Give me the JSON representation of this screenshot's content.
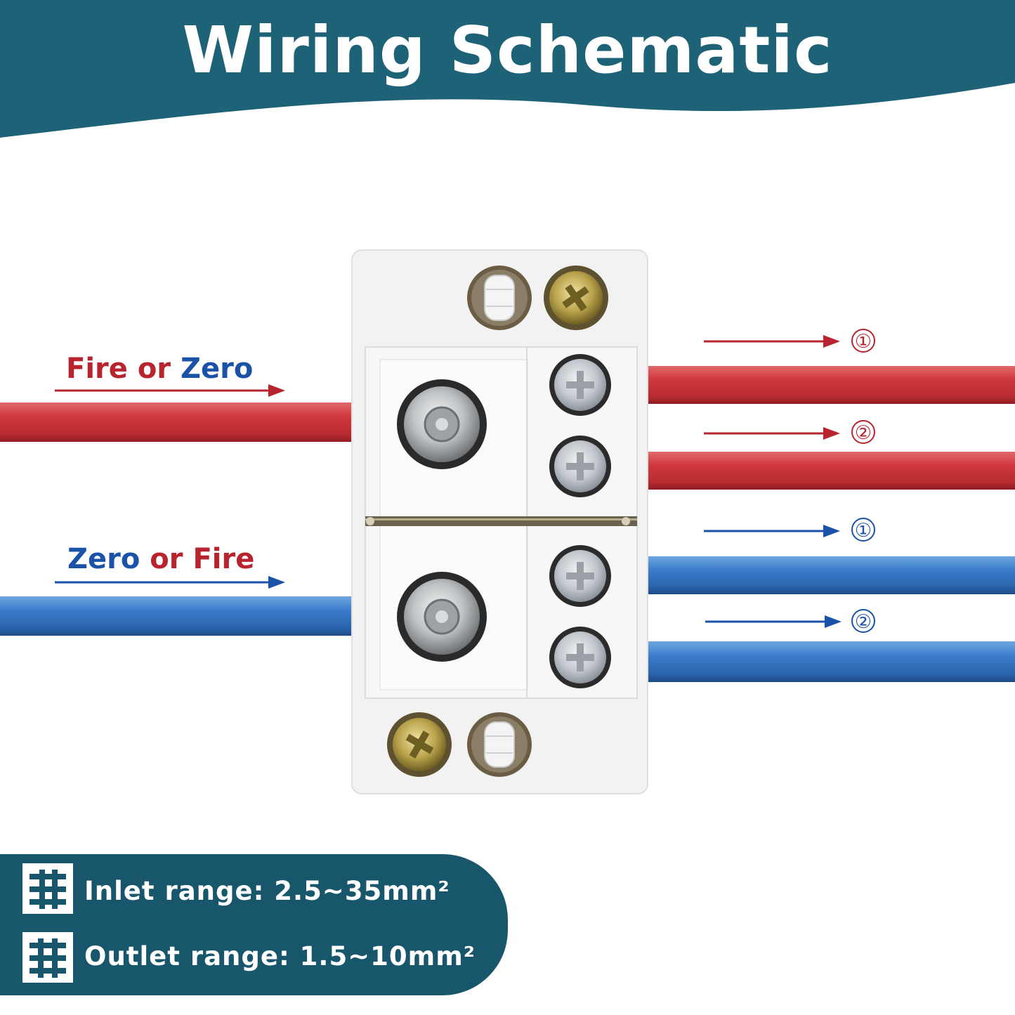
{
  "title": "Wiring Schematic",
  "colors": {
    "banner": "#1e6277",
    "fire": "#b8242e",
    "zero": "#1a52a8",
    "red_wire": "#c83a3e",
    "blue_wire": "#2f73c0"
  },
  "inputs": {
    "fire_or_zero": {
      "word1": "Fire",
      "word2": "or",
      "word3": "Zero"
    },
    "zero_or_fire": {
      "word1": "Zero",
      "word2": "or",
      "word3": "Fire"
    }
  },
  "outputs": {
    "red": [
      "①",
      "②"
    ],
    "blue": [
      "①",
      "②"
    ]
  },
  "ranges": {
    "inlet": "Inlet range: 2.5~35mm²",
    "outlet": "Outlet range: 1.5~10mm²"
  },
  "icons": {
    "inlet": "terminal-block-icon",
    "outlet": "terminal-block-icon"
  }
}
